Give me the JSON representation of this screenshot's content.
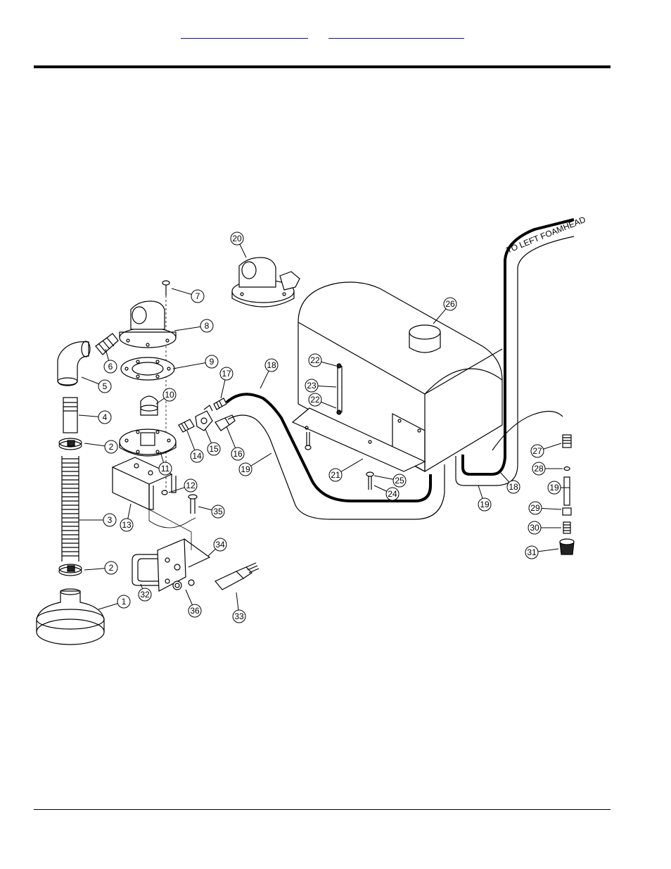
{
  "header": {
    "nav_links": [
      {
        "label": ""
      },
      {
        "label": ""
      }
    ]
  },
  "diagram": {
    "route_label": "TO LEFT FOAMHEAD",
    "callouts": [
      {
        "num": "1"
      },
      {
        "num": "2"
      },
      {
        "num": "2"
      },
      {
        "num": "3"
      },
      {
        "num": "4"
      },
      {
        "num": "5"
      },
      {
        "num": "6"
      },
      {
        "num": "7"
      },
      {
        "num": "8"
      },
      {
        "num": "9"
      },
      {
        "num": "10"
      },
      {
        "num": "11"
      },
      {
        "num": "12"
      },
      {
        "num": "13"
      },
      {
        "num": "14"
      },
      {
        "num": "15"
      },
      {
        "num": "16"
      },
      {
        "num": "17"
      },
      {
        "num": "18"
      },
      {
        "num": "18"
      },
      {
        "num": "19"
      },
      {
        "num": "19"
      },
      {
        "num": "19"
      },
      {
        "num": "20"
      },
      {
        "num": "21"
      },
      {
        "num": "22"
      },
      {
        "num": "22"
      },
      {
        "num": "23"
      },
      {
        "num": "24"
      },
      {
        "num": "25"
      },
      {
        "num": "26"
      },
      {
        "num": "27"
      },
      {
        "num": "28"
      },
      {
        "num": "29"
      },
      {
        "num": "30"
      },
      {
        "num": "31"
      },
      {
        "num": "32"
      },
      {
        "num": "33"
      },
      {
        "num": "34"
      },
      {
        "num": "35"
      },
      {
        "num": "36"
      }
    ]
  }
}
